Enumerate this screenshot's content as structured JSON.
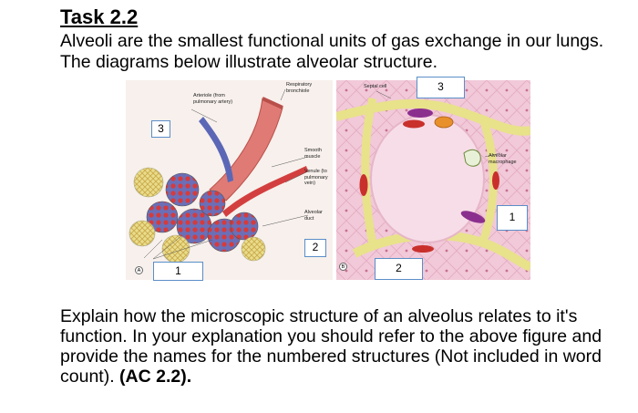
{
  "title": "Task 2.2",
  "intro": "Alveoli are the smallest functional units of gas exchange in our lungs. The diagrams below illustrate alveolar structure.",
  "figure_a": {
    "marker": "A",
    "labels": {
      "arteriole": "Arteriole (from pulmonary artery)",
      "bronchiole": "Respiratory bronchiole",
      "smooth_muscle": "Smooth muscle",
      "venule": "Venule (to pulmonary vein)",
      "alveolar_duct": "Alveolar duct"
    },
    "numbers": {
      "top_left": "3",
      "bottom": "1",
      "right": "2"
    }
  },
  "figure_b": {
    "marker": "B",
    "labels": {
      "septal_cell": "Septal cell",
      "alveolar_macrophage": "Alveolar macrophage"
    },
    "numbers": {
      "top": "3",
      "right": "1",
      "bottom": "2"
    }
  },
  "question": {
    "text": "Explain how the microscopic structure of an alveolus relates to it's function. In your explanation you should refer to the above figure and provide the names for the numbered structures (Not included in word count). ",
    "reference": "(AC 2.2)."
  }
}
